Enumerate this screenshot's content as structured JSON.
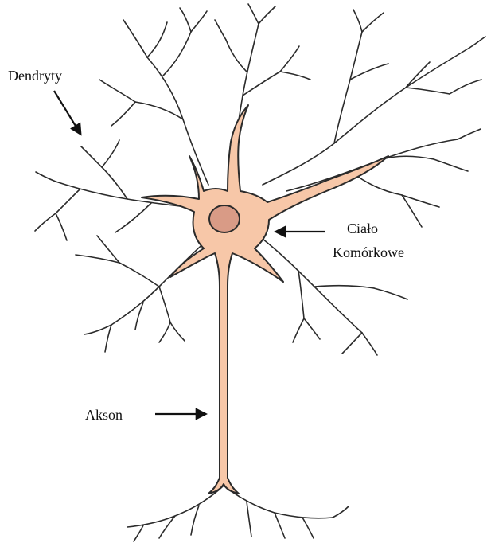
{
  "labels": {
    "dendrites": "Dendryty",
    "cell_body_line1": "Ciało",
    "cell_body_line2": "Komórkowe",
    "axon": "Akson"
  },
  "colors": {
    "cell_fill": "#f7c7a8",
    "nucleus_fill": "#d99b86",
    "outline": "#2b2b2b",
    "background": "#ffffff"
  }
}
